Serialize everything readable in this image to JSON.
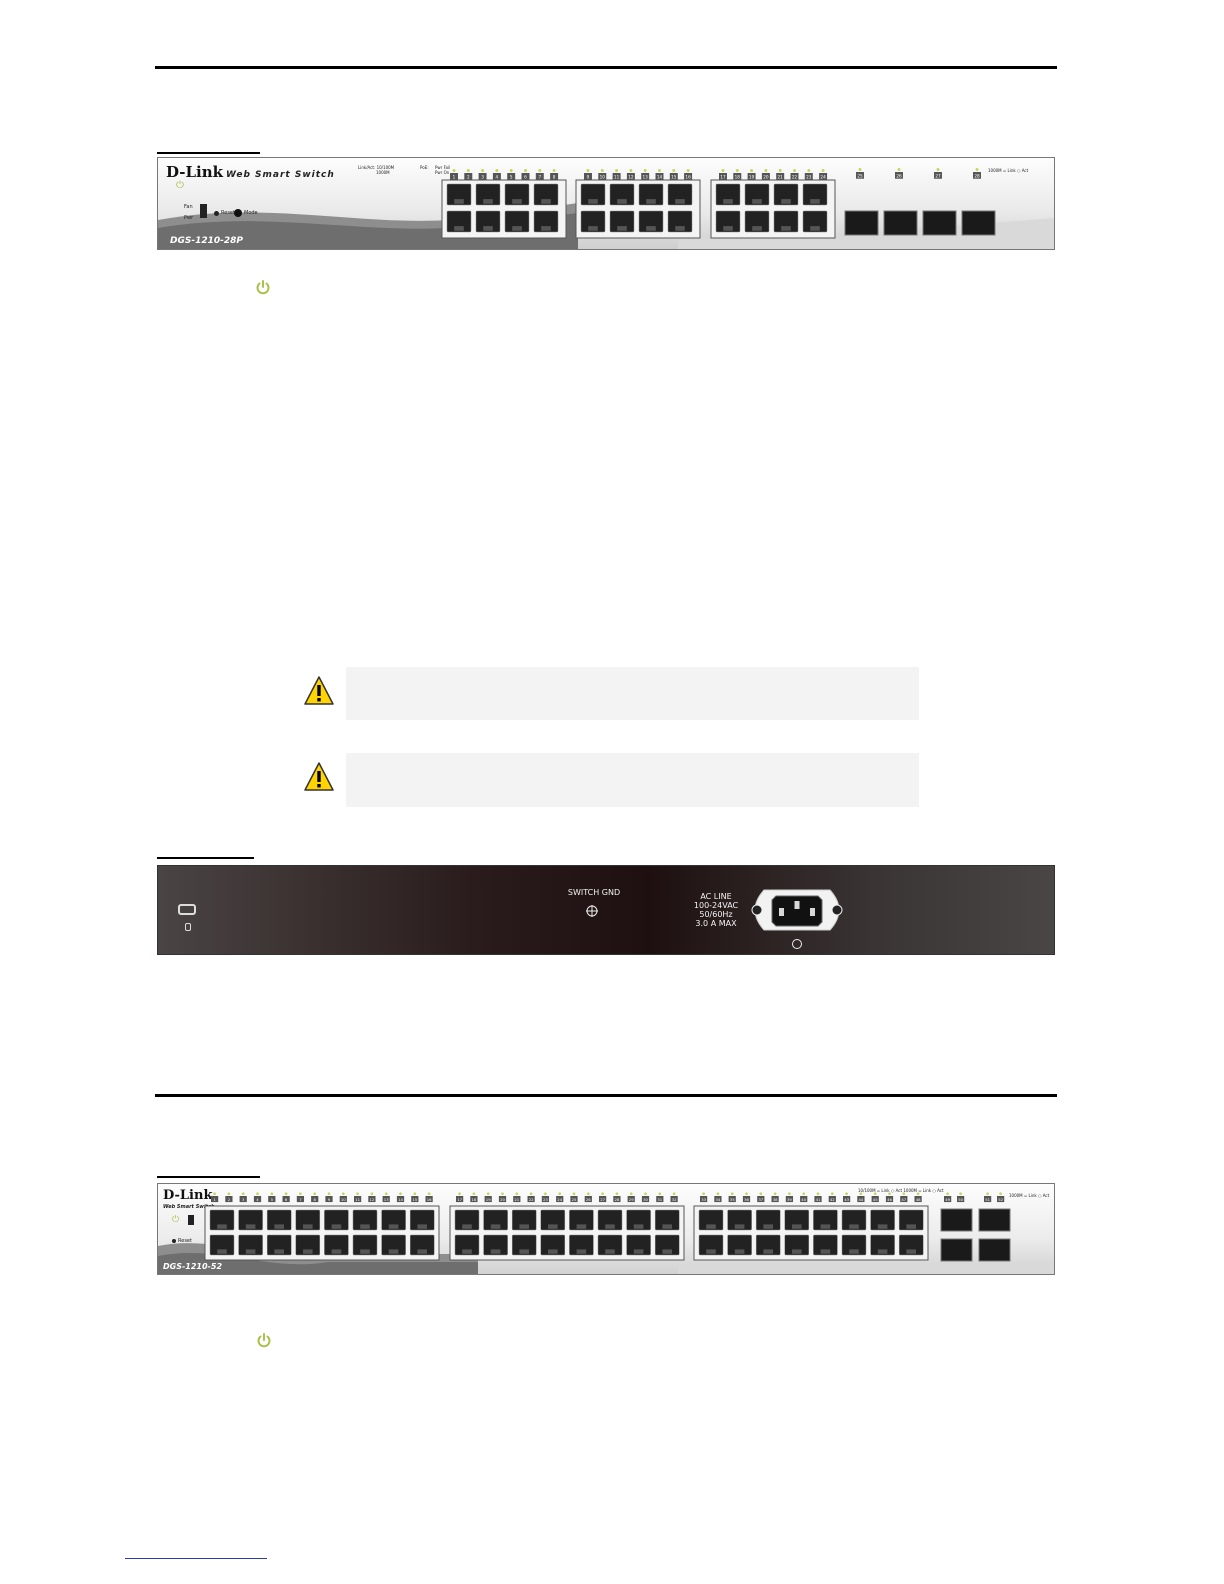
{
  "front_panel_28p": {
    "brand": "D-Link",
    "tagline": "Web Smart Switch",
    "model": "DGS-1210-28P",
    "legend_left_1": "Link/Act: 10/100M",
    "legend_left_2": "1000M",
    "legend_poe": "PoE:",
    "legend_poe_fail": "Pwr Fail",
    "legend_poe_on": "Pwr On",
    "legend_sfp": "1000M = Link ○ Act",
    "button_reset": "Reset",
    "button_mode": "Mode",
    "led_fan": "Fan",
    "led_pwr": "Pwr",
    "port_labels_group1": [
      "1",
      "2",
      "3",
      "4",
      "5",
      "6",
      "7",
      "8"
    ],
    "port_labels_group2": [
      "9",
      "10",
      "11",
      "12",
      "13",
      "14",
      "15",
      "16"
    ],
    "port_labels_group3": [
      "17",
      "18",
      "19",
      "20",
      "21",
      "22",
      "23",
      "24"
    ],
    "sfp_labels": [
      "25",
      "26",
      "27",
      "28"
    ]
  },
  "rear_panel": {
    "switch_gnd": "SWITCH GND",
    "ac_line": "AC LINE",
    "ac_voltage": "100-24VAC",
    "ac_freq": "50/60Hz",
    "ac_current": "3.0 A MAX"
  },
  "front_panel_52": {
    "brand": "D-Link",
    "tagline": "Web Smart Switch",
    "model": "DGS-1210-52",
    "button_reset": "Reset",
    "legend_top": "10/100M = Link ○ Act   1000M = Link ○ Act",
    "legend_sfp": "1000M = Link ○ Act",
    "port_labels_group1": [
      "1",
      "2",
      "3",
      "4",
      "5",
      "6",
      "7",
      "8",
      "9",
      "10",
      "11",
      "12",
      "13",
      "14",
      "15",
      "16"
    ],
    "port_labels_group2": [
      "17",
      "18",
      "19",
      "20",
      "21",
      "22",
      "23",
      "24",
      "25",
      "26",
      "27",
      "28",
      "29",
      "30",
      "31",
      "32"
    ],
    "port_labels_group3": [
      "33",
      "34",
      "35",
      "36",
      "37",
      "38",
      "39",
      "40",
      "41",
      "42",
      "43",
      "44",
      "45",
      "46",
      "47",
      "48"
    ],
    "sfp_labels": [
      "49",
      "50",
      "51",
      "52"
    ]
  },
  "icons": {
    "power": "power-icon",
    "warning": "warning-triangle-icon",
    "colors": {
      "power_green": "#a8c24a",
      "warning_yellow": "#ffd400",
      "rear_dark": "#2a1a1a"
    }
  }
}
